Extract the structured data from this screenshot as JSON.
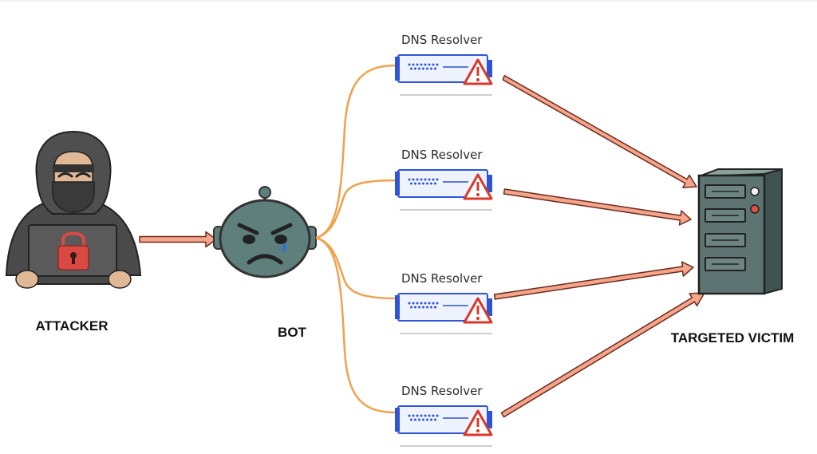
{
  "labels": {
    "attacker": "ATTACKER",
    "bot": "BOT",
    "victim": "TARGETED VICTIM"
  },
  "resolvers": [
    {
      "label": "DNS Resolver",
      "icon": "warning-icon"
    },
    {
      "label": "DNS Resolver",
      "icon": "warning-icon"
    },
    {
      "label": "DNS Resolver",
      "icon": "warning-icon"
    },
    {
      "label": "DNS Resolver",
      "icon": "warning-icon"
    }
  ],
  "icons": {
    "attacker": "hooded-hacker-icon",
    "lock": "padlock-icon",
    "bot": "angry-robot-icon",
    "victim": "server-tower-icon"
  },
  "colors": {
    "arrow_fill": "#f4a58a",
    "arrow_stroke": "#6b2a1e",
    "connector": "#f0a24e",
    "resolver_blue": "#2f55d4",
    "warning_red": "#d9382b",
    "server_body": "#5d7472",
    "bot_face": "#5e7f7c",
    "hoodie": "#4a4a4a",
    "lock_red": "#d94a45"
  }
}
